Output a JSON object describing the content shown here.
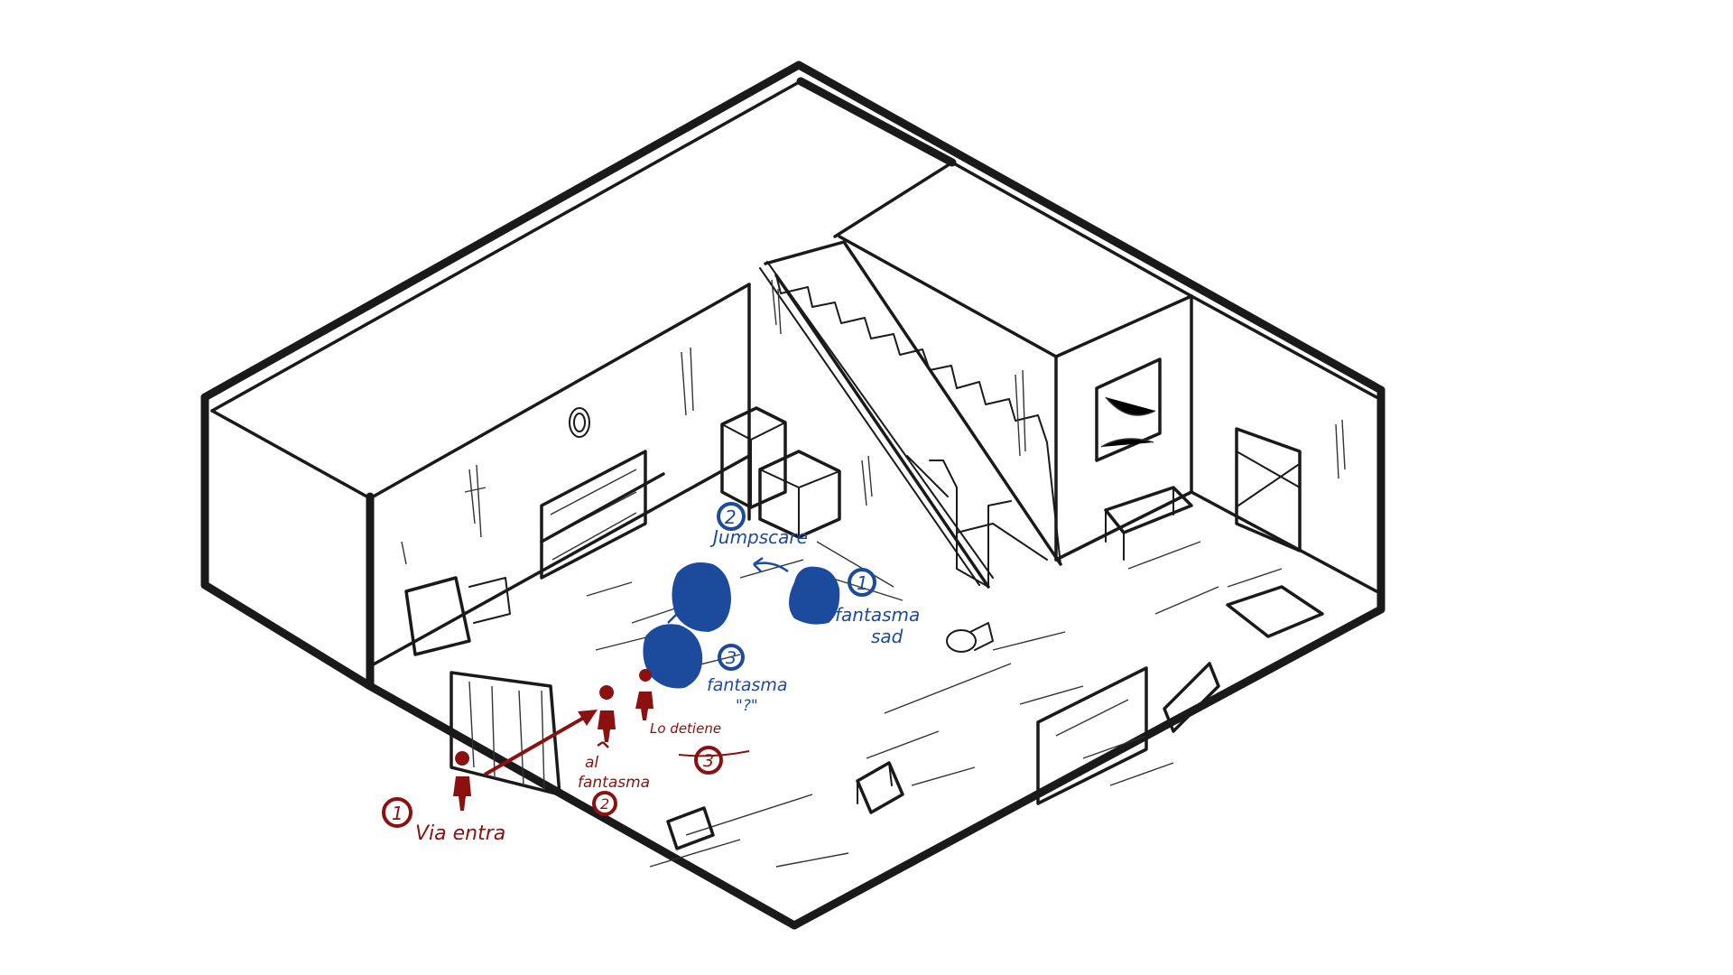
{
  "colors": {
    "ink": "#1a1a1a",
    "ghost_blue": "#1c4a9c",
    "person_red": "#8b1111",
    "background": "#ffffff"
  },
  "ghost_annotations": [
    {
      "number": "2",
      "text": "Jumpscare"
    },
    {
      "number": "1",
      "text_line1": "fantasma",
      "text_line2": "sad"
    },
    {
      "number": "3",
      "text_line1": "fantasma",
      "text_line2": "\"?\""
    }
  ],
  "person_annotations": [
    {
      "number": "1",
      "text": "Via entra"
    },
    {
      "number": "2",
      "text_line1": "al",
      "text_line2": "fantasma"
    },
    {
      "number": "3",
      "text": "Lo detiene"
    }
  ]
}
